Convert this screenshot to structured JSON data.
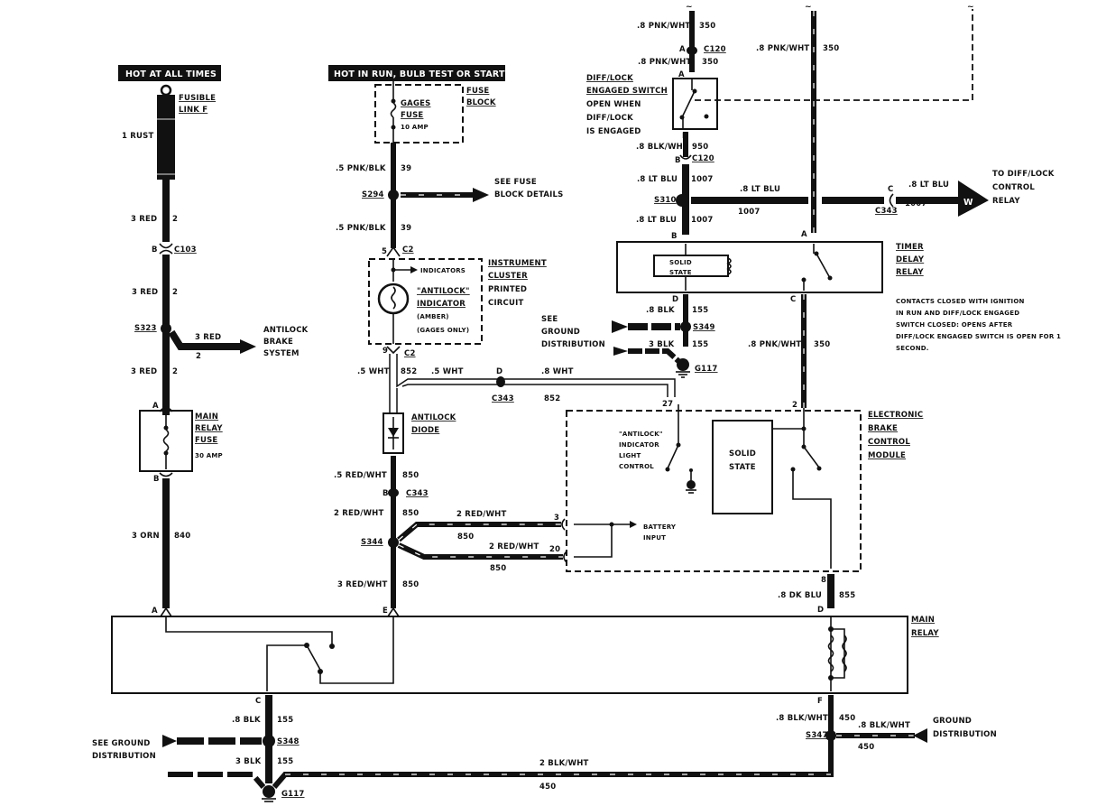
{
  "diagram": {
    "title": "Antilock Brake System Wiring Diagram",
    "power_labels": {
      "hot_at_all_times": "HOT AT ALL TIMES",
      "hot_in_run": "HOT IN RUN, BULB TEST OR START"
    },
    "components": {
      "fusible_link": [
        "FUSIBLE",
        "LINK F"
      ],
      "main_relay_fuse": [
        "MAIN",
        "RELAY",
        "FUSE",
        "30 AMP"
      ],
      "fuse_block": [
        "FUSE",
        "BLOCK"
      ],
      "gages_fuse": [
        "GAGES",
        "FUSE",
        "10 AMP"
      ],
      "instrument_cluster": [
        "INSTRUMENT",
        "CLUSTER",
        "PRINTED",
        "CIRCUIT"
      ],
      "antilock_indicator": [
        "\"ANTILOCK\"",
        "INDICATOR",
        "(AMBER)",
        "(GAGES ONLY)"
      ],
      "indicators": "INDICATORS",
      "antilock_diode": [
        "ANTILOCK",
        "DIODE"
      ],
      "diff_lock_switch": [
        "DIFF/LOCK",
        "ENGAGED SWITCH",
        "OPEN WHEN",
        "DIFF/LOCK",
        "IS ENGAGED"
      ],
      "timer_delay_relay": [
        "TIMER",
        "DELAY",
        "RELAY"
      ],
      "solid_state_small": [
        "SOLID",
        "STATE"
      ],
      "ebcm": [
        "ELECTRONIC",
        "BRAKE",
        "CONTROL",
        "MODULE"
      ],
      "ebcm_solid_state": [
        "SOLID",
        "STATE"
      ],
      "indicator_light_control": [
        "\"ANTILOCK\"",
        "INDICATOR",
        "LIGHT",
        "CONTROL"
      ],
      "battery_input": [
        "BATTERY",
        "INPUT"
      ],
      "main_relay": [
        "MAIN",
        "RELAY"
      ]
    },
    "notes": {
      "timer_note": [
        "CONTACTS CLOSED WITH IGNITION",
        "IN RUN AND DIFF/LOCK ENGAGED",
        "SWITCH CLOSED: OPENS AFTER",
        "DIFF/LOCK ENGAGED SWITCH IS OPEN FOR 1",
        "SECOND."
      ],
      "antilock_brake_system": [
        "ANTILOCK",
        "BRAKE",
        "SYSTEM"
      ],
      "see_fuse_block": [
        "SEE FUSE",
        "BLOCK DETAILS"
      ],
      "to_diff_lock": [
        "TO DIFF/LOCK",
        "CONTROL",
        "RELAY"
      ],
      "see_ground_top": [
        "SEE",
        "GROUND",
        "DISTRIBUTION"
      ],
      "see_ground_bottom": [
        "SEE GROUND",
        "DISTRIBUTION"
      ],
      "ground_dist_right": [
        "GROUND",
        "DISTRIBUTION"
      ],
      "w_marker": "W"
    },
    "wires": {
      "rust": "1 RUST",
      "red_2a": "3 RED",
      "c2a": "2",
      "red_2b": "3 RED",
      "c2b": "2",
      "red_2c": "3 RED",
      "c2c": "2",
      "red_branch": "3 RED",
      "c2branch": "2",
      "orn": "3 ORN",
      "c840": "840",
      "pnkblk_a": ".5 PNK/BLK",
      "c39a": "39",
      "pnkblk_b": ".5 PNK/BLK",
      "c39b": "39",
      "wht_a": ".5 WHT",
      "c852a": "852",
      "wht_b": ".5 WHT",
      "wht_c": ".8 WHT",
      "c852b": "852",
      "redwht_a": ".5 RED/WHT",
      "c850a": "850",
      "redwht_b": "2 RED/WHT",
      "c850b": "850",
      "redwht_c": "2 RED/WHT",
      "c850c": "850",
      "redwht_d": "2 RED/WHT",
      "c850d": "850",
      "redwht_e": "3 RED/WHT",
      "c850e": "850",
      "pnkwht_a": ".8 PNK/WHT",
      "c350a": "350",
      "pnkwht_b": ".8 PNK/WHT",
      "c350b": "350",
      "pnkwht_c": ".8 PNK/WHT",
      "c350c": "350",
      "pnkwht_d": ".8 PNK/WHT",
      "c350d": "350",
      "blkwht_a": ".8 BLK/WHT",
      "c950": "950",
      "ltblu_a": ".8 LT BLU",
      "c1007a": "1007",
      "ltblu_b": ".8 LT BLU",
      "c1007b": "1007",
      "ltblu_c": ".8 LT BLU",
      "c1007c": "1007",
      "ltblu_d": ".8 LT BLU",
      "c1007d": "1007",
      "blk_a": ".8 BLK",
      "c155a": "155",
      "blk_b": "3 BLK",
      "c155b": "155",
      "dkblu": ".8 DK BLU",
      "c855": "855",
      "blk_c": ".8 BLK",
      "c155c": "155",
      "blk_d": "3 BLK",
      "c155d": "155",
      "blkwht_b": "2 BLK/WHT",
      "c450a": "450",
      "blkwht_c": ".8 BLK/WHT",
      "c450b": "450",
      "blkwht_d": ".8 BLK/WHT",
      "c450c": "450"
    },
    "connectors": {
      "c103": "C103",
      "c103_pin": "B",
      "s323": "S323",
      "relay_fuse_a": "A",
      "relay_fuse_b": "B",
      "s294": "S294",
      "c2_top": "C2",
      "c2_top_pin": "5",
      "c2_bot": "C2",
      "c2_bot_pin": "9",
      "c343_d": "C343",
      "c343_d_pin": "D",
      "c343_b": "C343",
      "c343_b_pin": "B",
      "s344": "S344",
      "pin3": "3",
      "pin20": "20",
      "c120_a": "C120",
      "c120_a_pin": "A",
      "sw_pin_a": "A",
      "sw_pin_b": "B",
      "c120_b": "C120",
      "c120_b_pin": "B",
      "s310": "S310",
      "c343_c": "C343",
      "c343_c_pin": "C",
      "tdr_b": "B",
      "tdr_a": "A",
      "tdr_d": "D",
      "tdr_c": "C",
      "s349": "S349",
      "g117_top": "G117",
      "pin27": "27",
      "pin2": "2",
      "pin8": "8",
      "mr_d": "D",
      "mr_a": "A",
      "mr_e": "E",
      "mr_c": "C",
      "mr_f": "F",
      "s348": "S348",
      "g117_bot": "G117",
      "s347": "S347"
    }
  }
}
